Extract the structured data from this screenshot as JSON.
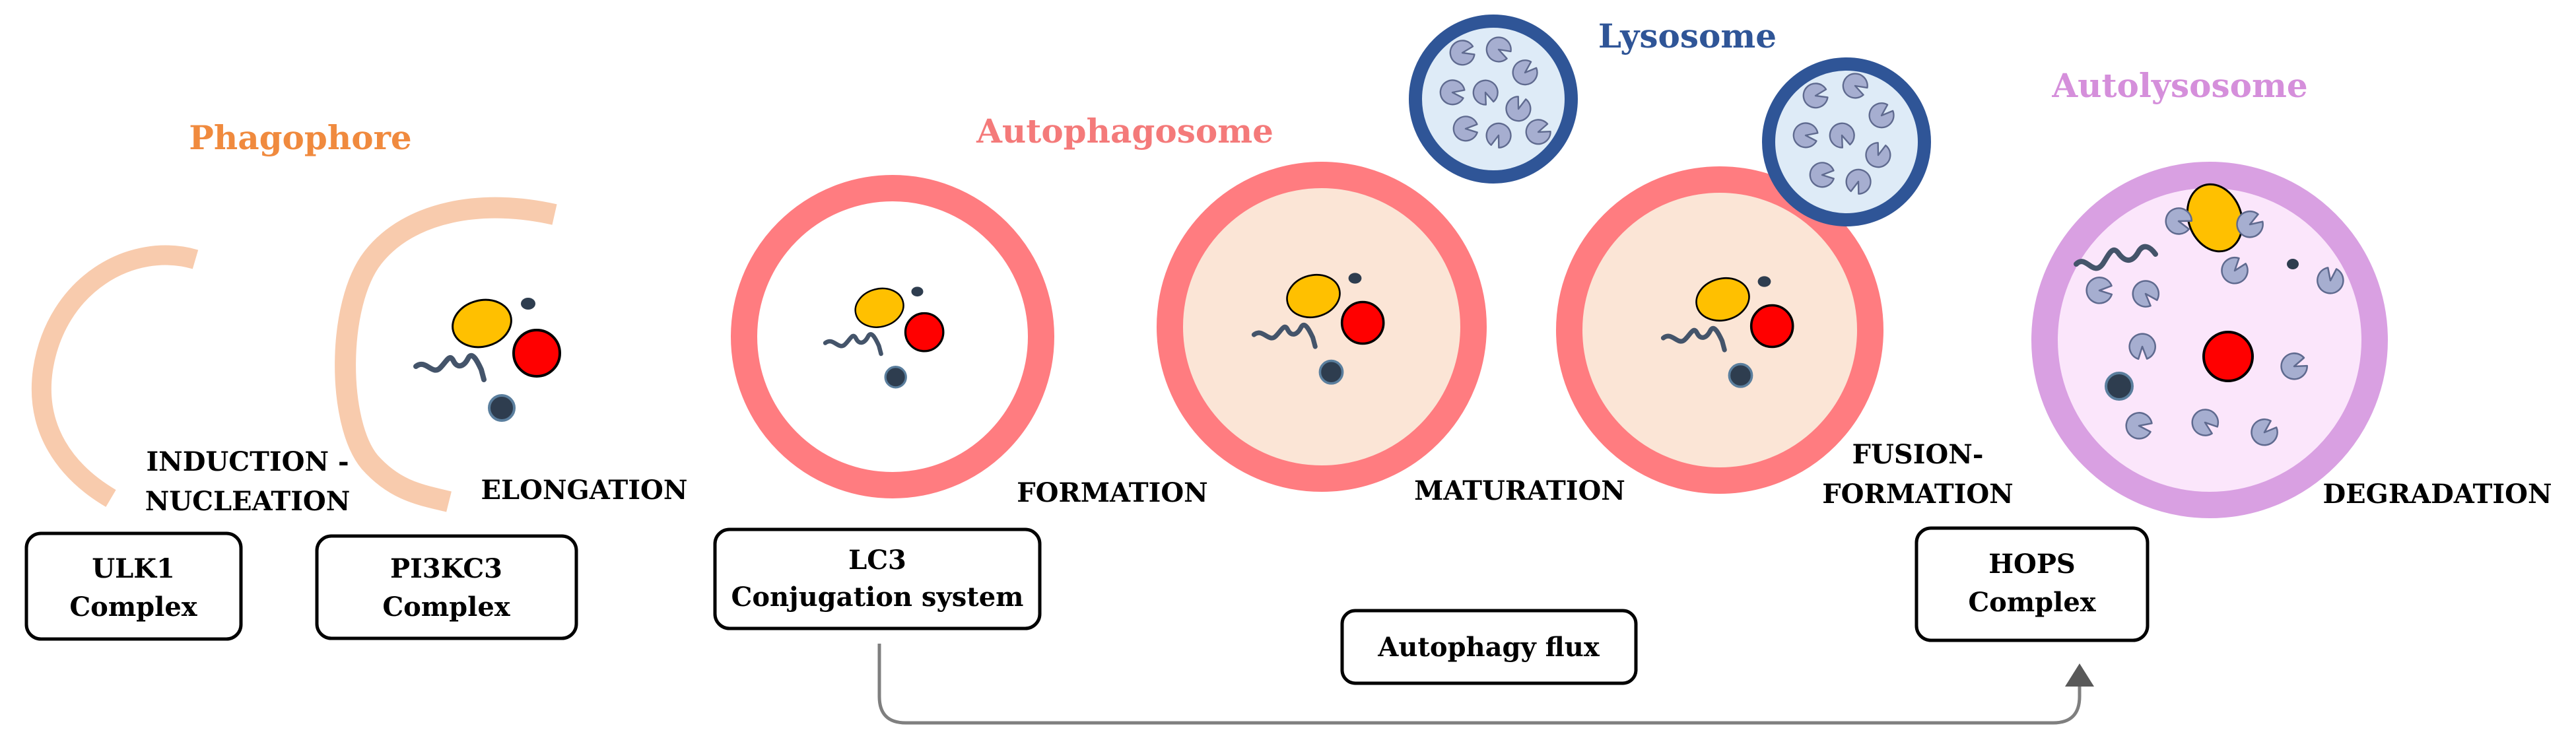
{
  "titles": {
    "phagophore": "Phagophore",
    "autophagosome": "Autophagosome",
    "lysosome": "Lysosome",
    "autolysosome": "Autolysosome"
  },
  "stages": {
    "induction_line1": "INDUCTION -",
    "induction_line2": "NUCLEATION",
    "elongation": "ELONGATION",
    "formation": "FORMATION",
    "maturation": "MATURATION",
    "fusion_line1": "FUSION-",
    "fusion_line2": "FORMATION",
    "degradation": "DEGRADATION"
  },
  "boxes": {
    "ulk1_line1": "ULK1",
    "ulk1_line2": "Complex",
    "pi3kc3_line1": "PI3KC3",
    "pi3kc3_line2": "Complex",
    "lc3_line1": "LC3",
    "lc3_line2": "Conjugation system",
    "flux": "Autophagy flux",
    "hops_line1": "HOPS",
    "hops_line2": "Complex"
  },
  "colors": {
    "phagophore": "#F08A3E",
    "autophagosome": "#F47A7A",
    "lysosome": "#2F5597",
    "autolysosome": "#D58FDB",
    "phagophore_membrane": "#F8CBAD",
    "autophagosome_membrane": "#FF7C80",
    "autolysosome_membrane": "#D9A0E2",
    "mito_yellow": "#FFC000",
    "organelle_red": "#FF0000",
    "dot_dark": "#2E3D4F",
    "enzyme": "#A6AED0"
  }
}
